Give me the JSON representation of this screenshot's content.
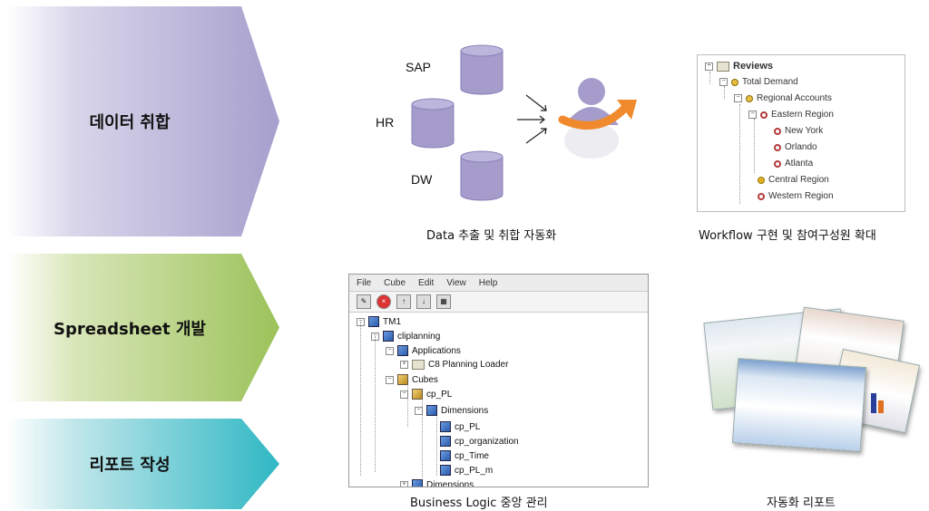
{
  "steps": [
    {
      "label": "데이터 취합"
    },
    {
      "label": "Spreadsheet 개발"
    },
    {
      "label": "리포트 작성"
    }
  ],
  "sources": [
    "SAP",
    "HR",
    "DW"
  ],
  "captions": {
    "data_collection": "Data 추출 및 취합 자동화",
    "workflow": "Workflow 구현 및 참여구성원 확대",
    "business_logic": "Business Logic 중앙 관리",
    "auto_report": "자동화 리포트"
  },
  "review_tree": [
    "Reviews",
    "Total Demand",
    "Regional Accounts",
    "Eastern Region",
    "New York",
    "Orlando",
    "Atlanta",
    "Central Region",
    "Western Region"
  ],
  "app_window": {
    "menu": [
      "File",
      "Cube",
      "Edit",
      "View",
      "Help"
    ],
    "tree": [
      "TM1",
      "cliplanning",
      "Applications",
      "C8 Planning Loader",
      "Cubes",
      "cp_PL",
      "Dimensions",
      "cp_PL",
      "cp_organization",
      "cp_Time",
      "cp_PL_m",
      "Dimensions"
    ]
  },
  "colors": {
    "step1": "#a69fcd",
    "step2": "#9cc25a",
    "step3": "#2fb8c4",
    "database": "#a59ccb",
    "arrow": "#f08a2c"
  }
}
